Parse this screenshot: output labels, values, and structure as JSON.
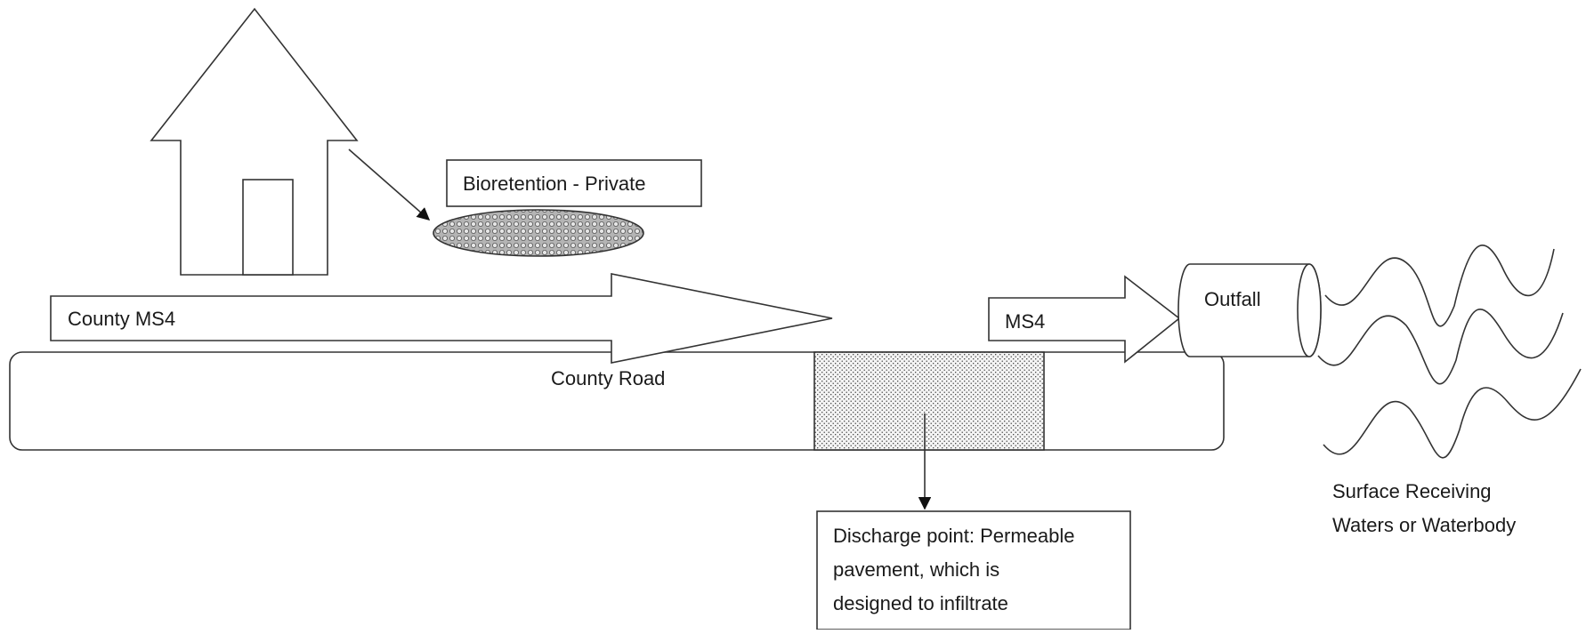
{
  "diagram": {
    "labels": {
      "bioretention": "Bioretention - Private",
      "county_ms4": "County MS4",
      "county_road": "County Road",
      "ms4": "MS4",
      "outfall": "Outfall",
      "discharge_line1": "Discharge point: Permeable",
      "discharge_line2": "pavement, which is",
      "discharge_line3": "designed to infiltrate",
      "receiving_line1": "Surface Receiving",
      "receiving_line2": "Waters or Waterbody"
    }
  }
}
